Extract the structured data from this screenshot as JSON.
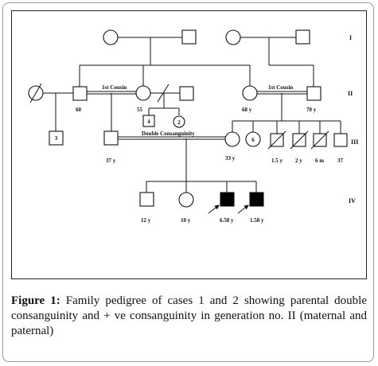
{
  "generations": [
    "I",
    "II",
    "III",
    "IV"
  ],
  "labels": {
    "cousin_left": "1st Cousin",
    "cousin_right": "1st Cousin",
    "double": "Double Consanguinity",
    "ii_father": "60",
    "ii_mother": "55",
    "ii_right_mother": "68 y",
    "ii_right_father": "70 y",
    "ii_children_left": "3",
    "ii_children_mid_a": "4",
    "ii_children_mid_b": "2",
    "iii_father": "37 y",
    "iii_mother": "33 y",
    "iii_sib_count": "6",
    "iii_sib_1": "1.5 y",
    "iii_sib_2": "2 y",
    "iii_sib_3": "6 m",
    "iii_sib_4": "37",
    "iv_1": "12 y",
    "iv_2": "10 y",
    "iv_3": "6.58 y",
    "iv_4": "1.58 y"
  },
  "caption": {
    "lead": "Figure 1:",
    "text": " Family pedigree of cases 1 and 2 showing parental double consanguinity and + ve consanguinity in generation no. II (maternal and paternal)"
  }
}
